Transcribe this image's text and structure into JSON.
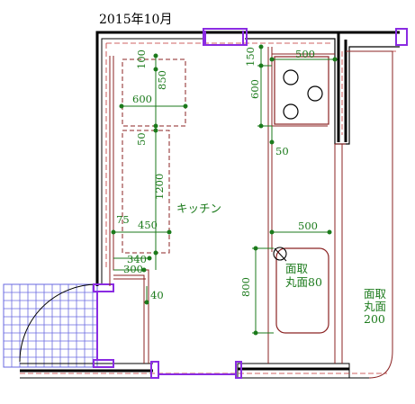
{
  "header": {
    "date": "2015年10月"
  },
  "labels": {
    "kitchen": "キッチン",
    "sink_note_line1": "面取",
    "sink_note_line2": "丸面80",
    "counter_note_line1": "面取",
    "counter_note_line2": "丸面",
    "counter_note_line3": "200"
  },
  "dimensions": {
    "upper_shelf_top": "100",
    "upper_shelf_height": "850",
    "upper_shelf_width": "600",
    "gap_50_left": "50",
    "lower_shelf_height": "1200",
    "lower_shelf_width": "450",
    "offset_75": "75",
    "offset_340": "340",
    "offset_300": "300",
    "offset_40": "40",
    "stove_top_offset": "150",
    "stove_width": "500",
    "stove_depth": "600",
    "stove_gap": "50",
    "sink_width": "500",
    "sink_depth": "800"
  },
  "colors": {
    "wall": "#000000",
    "cabinet": "#8b2323",
    "dimension": "#1b7a1b",
    "window": "#8a2be2",
    "grid": "#6a6ae0"
  }
}
